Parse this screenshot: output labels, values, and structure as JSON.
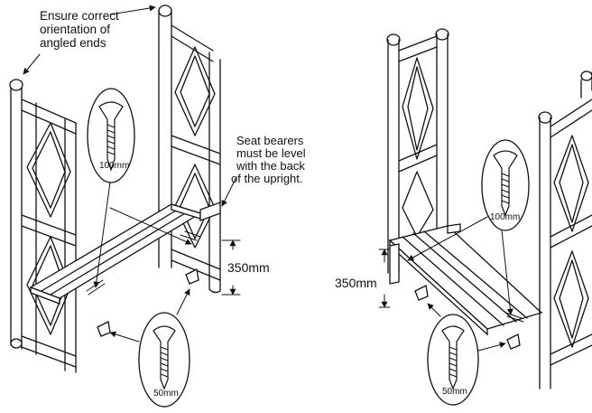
{
  "annotations": {
    "orientation_note": [
      "Ensure correct",
      "orientation of",
      "angled ends"
    ],
    "seat_note": [
      "Seat bearers",
      "must be level",
      "with the back",
      "of the upright."
    ],
    "height_left": "350mm",
    "height_right": "350mm"
  },
  "screws": {
    "left_long": "100mm",
    "left_short": "50mm",
    "right_long": "100mm",
    "right_short": "50mm"
  }
}
